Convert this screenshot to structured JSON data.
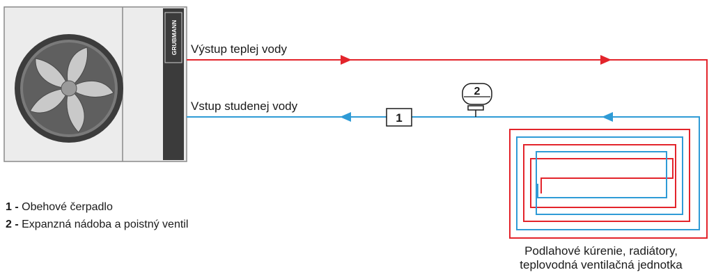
{
  "brand": "GRUBMANN",
  "pipes": {
    "hot_label": "Výstup teplej vody",
    "cold_label": "Vstup studenej vody"
  },
  "components": {
    "pump_number": "1",
    "expansion_number": "2"
  },
  "legend": [
    {
      "num": "1 -",
      "text": "Obehové čerpadlo"
    },
    {
      "num": "2 -",
      "text": "Expanzná nádoba a poistný ventil"
    }
  ],
  "consumer_caption": {
    "line1": "Podlahové kúrenie, radiátory,",
    "line2": "teplovodná ventilačná jednotka"
  },
  "colors": {
    "hot": "#e3242b",
    "cold": "#2f9bd6",
    "unit_body": "#ebebeb",
    "unit_panel": "#3a3a3a"
  }
}
